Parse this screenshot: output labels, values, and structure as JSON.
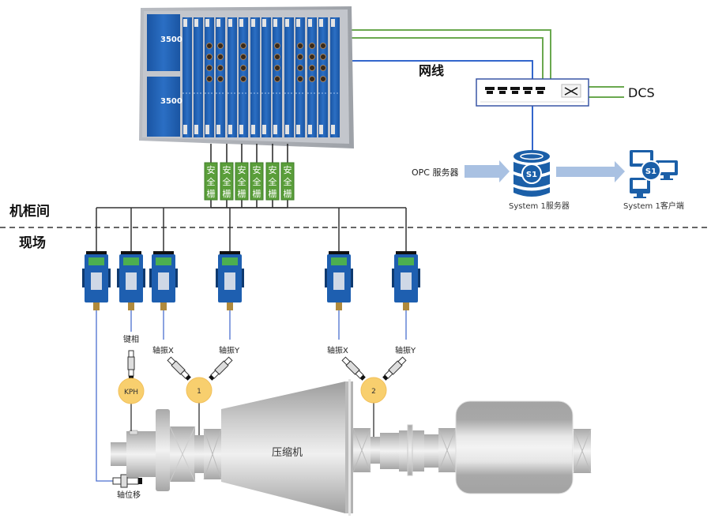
{
  "zones": {
    "cabinet_room": "机柜间",
    "field": "现场"
  },
  "rack": {
    "model_label": "3500",
    "model_label_2": "3500"
  },
  "barrier": {
    "label_chars": [
      "安",
      "全",
      "栅"
    ],
    "count": 6
  },
  "network": {
    "cable_label": "网线",
    "dcs_label": "DCS",
    "opc_label": "OPC 服务器",
    "server_label": "System 1服务器",
    "client_label": "System 1客户端",
    "s1_badge": "S1"
  },
  "sensors": {
    "keyphasor": "键相",
    "shaft_vib_x_1": "轴振X",
    "shaft_vib_y_1": "轴振Y",
    "shaft_vib_x_2": "轴振X",
    "shaft_vib_y_2": "轴振Y",
    "axial_displacement": "轴位移"
  },
  "bearings": {
    "kph": "KPH",
    "bearing_1": "1",
    "bearing_2": "2"
  },
  "machine": {
    "compressor_label": "压缩机"
  },
  "colors": {
    "rack_blue": "#1f5fb0",
    "barrier_green": "#5a9e3a",
    "cable_green": "#6aa84f",
    "cable_blue": "#3366cc",
    "bearing_yellow": "#f8cf6e",
    "s1_blue": "#1b5fa8",
    "arrow_light": "#a9c1e2"
  }
}
